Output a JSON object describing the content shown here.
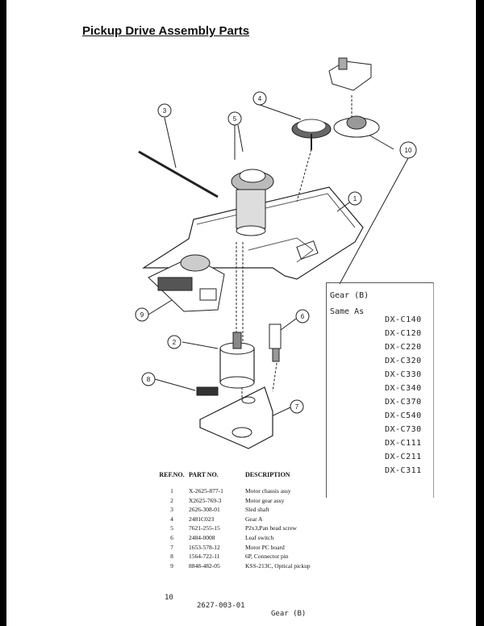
{
  "title": "Pickup Drive Assembly Parts",
  "callouts": [
    "3",
    "5",
    "4",
    "10",
    "1",
    "9",
    "6",
    "2",
    "8",
    "7"
  ],
  "note": {
    "heading": "Gear (B)",
    "same_as": "Same As",
    "models": [
      "DX-C140",
      "DX-C120",
      "DX-C220",
      "DX-C320",
      "DX-C330",
      "DX-C340",
      "DX-C370",
      "DX-C540",
      "DX-C730",
      "DX-C111",
      "DX-C211",
      "DX-C311"
    ]
  },
  "table": {
    "headers": {
      "ref": "REF.NO.",
      "part": "PART NO.",
      "desc": "DESCRIPTION"
    },
    "rows": [
      {
        "ref": "1",
        "part": "X-2625-877-1",
        "desc": "Motor chassis assy"
      },
      {
        "ref": "2",
        "part": "X2625-769-3",
        "desc": "Motor gear assy"
      },
      {
        "ref": "3",
        "part": "2626-308-01",
        "desc": "Sled shaft"
      },
      {
        "ref": "4",
        "part": "2481C023",
        "desc": "Gear A"
      },
      {
        "ref": "5",
        "part": "7621-255-15",
        "desc": "P2x3,Pan head screw"
      },
      {
        "ref": "6",
        "part": "2484-0008",
        "desc": "Leaf switch"
      },
      {
        "ref": "7",
        "part": "1653-578-12",
        "desc": "Motor PC board"
      },
      {
        "ref": "8",
        "part": "1564-722-11",
        "desc": "6P, Connector pin"
      },
      {
        "ref": "9",
        "part": "8848-482-05",
        "desc": "KSS-213C, Optical pickup"
      }
    ],
    "last_row": {
      "ref": "10",
      "part": "2627-003-01",
      "desc": "Gear (B)"
    }
  }
}
